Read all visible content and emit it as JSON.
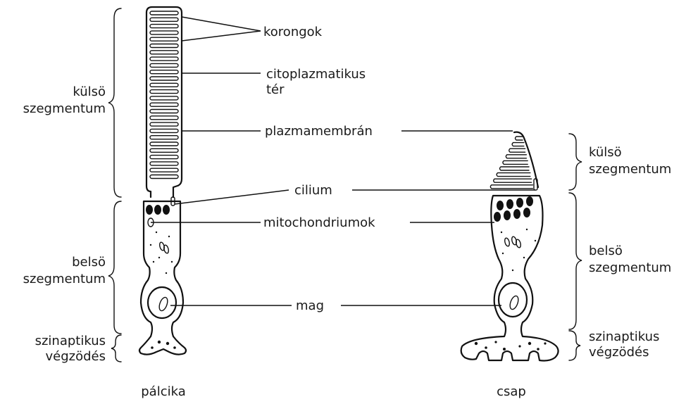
{
  "labels": {
    "korongok": "korongok",
    "citoplazmatikus_line1": "citoplazmatikus",
    "citoplazmatikus_line2": "tér",
    "plazmamembran": "plazmamembrán",
    "cilium": "cilium",
    "mitochondriumok": "mitochondriumok",
    "mag": "mag"
  },
  "left_side": {
    "outer_segment": [
      "külsö",
      "szegmentum"
    ],
    "inner_segment": [
      "belsö",
      "szegmentum"
    ],
    "synaptic_ending": [
      "szinaptikus",
      "végzödés"
    ]
  },
  "right_side": {
    "outer_segment": [
      "külsö",
      "szegmentum"
    ],
    "inner_segment": [
      "belsö",
      "szegmentum"
    ],
    "synaptic_ending": [
      "szinaptikus",
      "végzödés"
    ]
  },
  "cells": {
    "rod": "pálcika",
    "cone": "csap"
  }
}
